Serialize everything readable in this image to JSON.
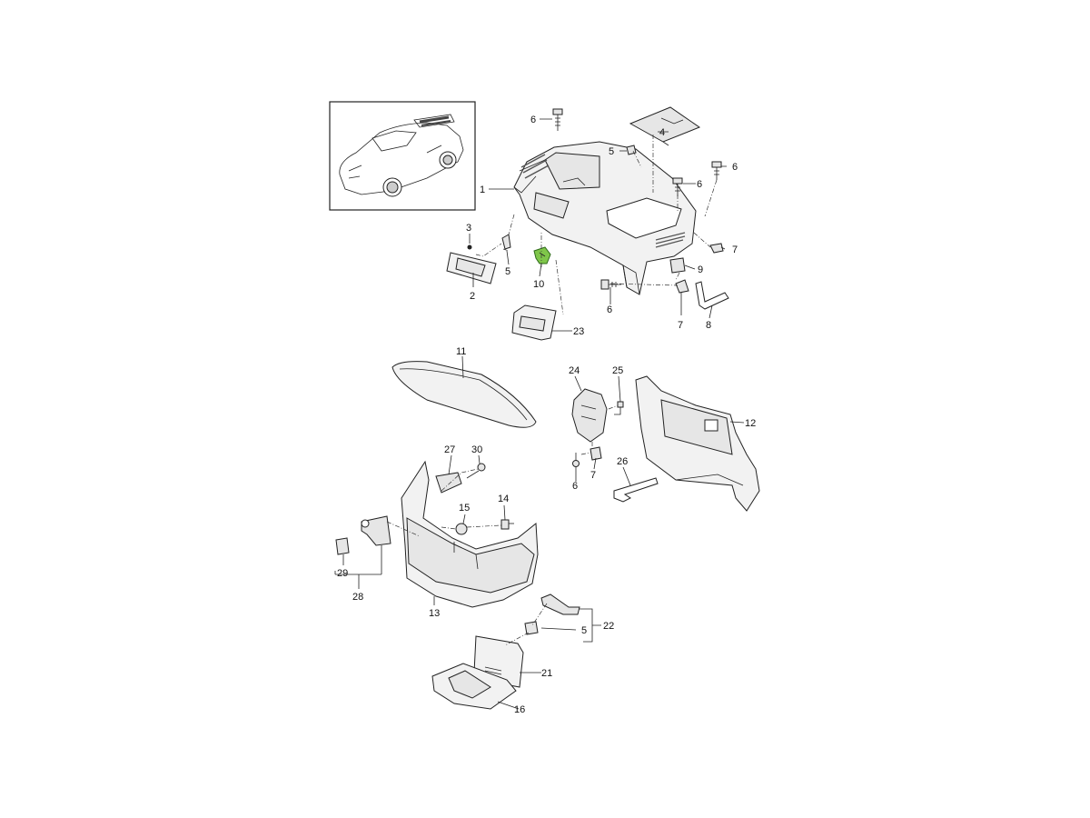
{
  "diagram": {
    "part_labels": {
      "p1": "1",
      "p2": "2",
      "p3": "3",
      "p4": "4",
      "p5a": "5",
      "p5b": "5",
      "p5c": "5",
      "p6a": "6",
      "p6b": "6",
      "p6c": "6",
      "p6d": "6",
      "p6e": "6",
      "p7a": "7",
      "p7b": "7",
      "p7c": "7",
      "p8": "8",
      "p9": "9",
      "p10": "10",
      "p11": "11",
      "p12": "12",
      "p13": "13",
      "p14": "14",
      "p15": "15",
      "p16": "16",
      "p21": "21",
      "p22": "22",
      "p23": "23",
      "p24": "24",
      "p25": "25",
      "p26": "26",
      "p27": "27",
      "p28": "28",
      "p29": "29",
      "p30": "30"
    },
    "highlight_color": "#7fc64a",
    "highlighted_part": "10",
    "icons": [
      "car-thumbnail-icon"
    ]
  }
}
